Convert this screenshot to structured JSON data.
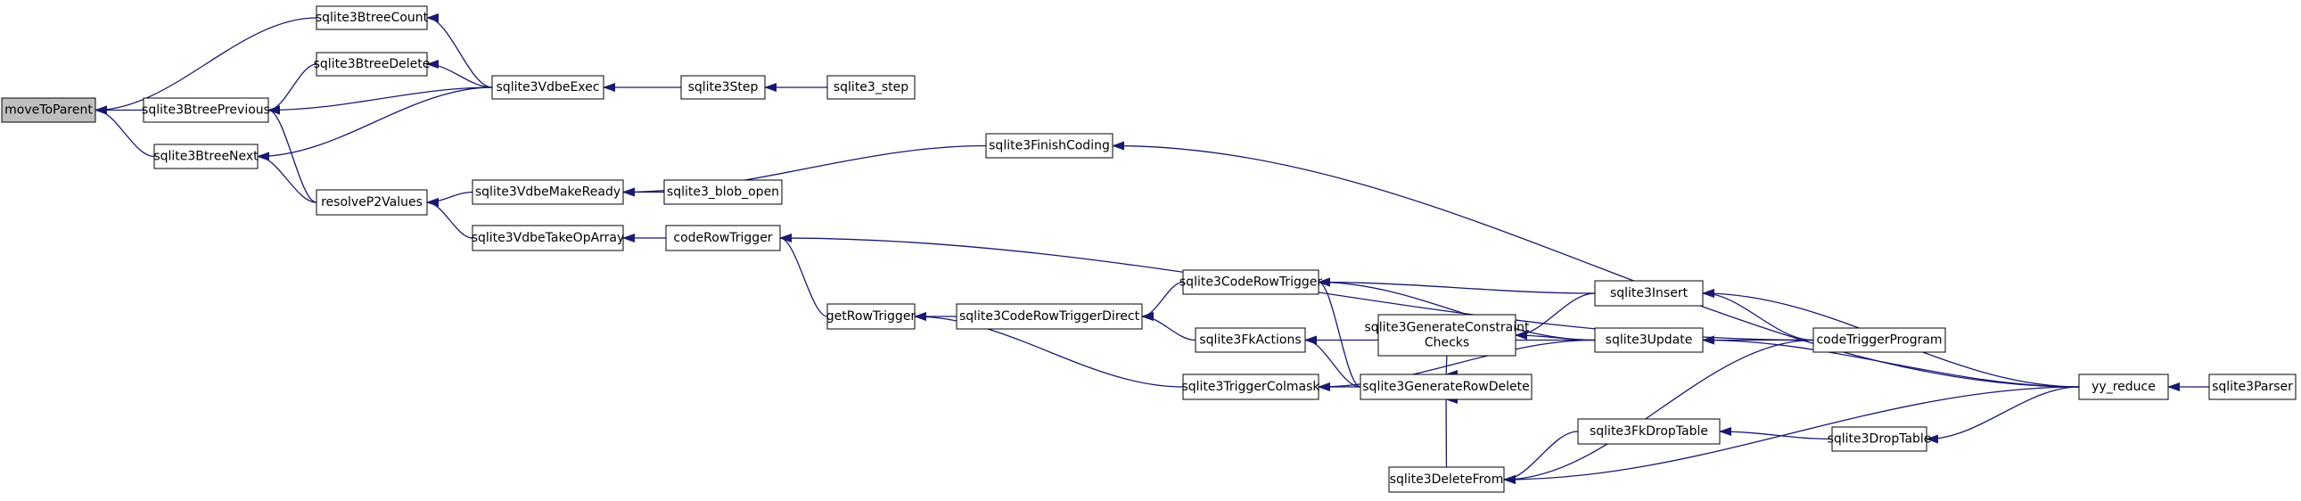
{
  "colors": {
    "edge": "#191970",
    "node_border": "#000000",
    "node_fill": "#ffffff",
    "highlight_fill": "#bfbfbf"
  },
  "nodes": [
    {
      "id": "moveToParent",
      "lines": [
        "moveToParent"
      ],
      "highlight": true
    },
    {
      "id": "sqlite3BtreeCount",
      "lines": [
        "sqlite3BtreeCount"
      ]
    },
    {
      "id": "sqlite3BtreePrevious",
      "lines": [
        "sqlite3BtreePrevious"
      ]
    },
    {
      "id": "sqlite3BtreeNext",
      "lines": [
        "sqlite3BtreeNext"
      ]
    },
    {
      "id": "sqlite3BtreeDelete",
      "lines": [
        "sqlite3BtreeDelete"
      ]
    },
    {
      "id": "resolveP2Values",
      "lines": [
        "resolveP2Values"
      ]
    },
    {
      "id": "sqlite3VdbeExec",
      "lines": [
        "sqlite3VdbeExec"
      ]
    },
    {
      "id": "sqlite3VdbeMakeReady",
      "lines": [
        "sqlite3VdbeMakeReady"
      ]
    },
    {
      "id": "sqlite3VdbeTakeOpArray",
      "lines": [
        "sqlite3VdbeTakeOpArray"
      ]
    },
    {
      "id": "sqlite3Step",
      "lines": [
        "sqlite3Step"
      ]
    },
    {
      "id": "sqlite3_step",
      "lines": [
        "sqlite3_step"
      ]
    },
    {
      "id": "sqlite3FinishCoding",
      "lines": [
        "sqlite3FinishCoding"
      ]
    },
    {
      "id": "sqlite3_blob_open",
      "lines": [
        "sqlite3_blob_open"
      ]
    },
    {
      "id": "codeRowTrigger",
      "lines": [
        "codeRowTrigger"
      ]
    },
    {
      "id": "getRowTrigger",
      "lines": [
        "getRowTrigger"
      ]
    },
    {
      "id": "sqlite3CodeRowTriggerDirect",
      "lines": [
        "sqlite3CodeRowTriggerDirect"
      ]
    },
    {
      "id": "sqlite3CodeRowTrigger",
      "lines": [
        "sqlite3CodeRowTrigger"
      ]
    },
    {
      "id": "sqlite3FkActions",
      "lines": [
        "sqlite3FkActions"
      ]
    },
    {
      "id": "sqlite3TriggerColmask",
      "lines": [
        "sqlite3TriggerColmask"
      ]
    },
    {
      "id": "sqlite3GenerateRowDelete",
      "lines": [
        "sqlite3GenerateRowDelete"
      ]
    },
    {
      "id": "sqlite3GenerateConstraintChecks",
      "lines": [
        "sqlite3GenerateConstraint",
        "Checks"
      ]
    },
    {
      "id": "sqlite3DeleteFrom",
      "lines": [
        "sqlite3DeleteFrom"
      ]
    },
    {
      "id": "sqlite3Insert",
      "lines": [
        "sqlite3Insert"
      ]
    },
    {
      "id": "sqlite3Update",
      "lines": [
        "sqlite3Update"
      ]
    },
    {
      "id": "sqlite3FkDropTable",
      "lines": [
        "sqlite3FkDropTable"
      ]
    },
    {
      "id": "codeTriggerProgram",
      "lines": [
        "codeTriggerProgram"
      ]
    },
    {
      "id": "sqlite3DropTable",
      "lines": [
        "sqlite3DropTable"
      ]
    },
    {
      "id": "yy_reduce",
      "lines": [
        "yy_reduce"
      ]
    },
    {
      "id": "sqlite3Parser",
      "lines": [
        "sqlite3Parser"
      ]
    }
  ],
  "edges": [
    {
      "from": "sqlite3BtreeCount",
      "to": "moveToParent"
    },
    {
      "from": "sqlite3BtreePrevious",
      "to": "moveToParent"
    },
    {
      "from": "sqlite3BtreeNext",
      "to": "moveToParent"
    },
    {
      "from": "sqlite3VdbeExec",
      "to": "sqlite3BtreeCount"
    },
    {
      "from": "sqlite3BtreeDelete",
      "to": "sqlite3BtreePrevious"
    },
    {
      "from": "sqlite3VdbeExec",
      "to": "sqlite3BtreePrevious"
    },
    {
      "from": "resolveP2Values",
      "to": "sqlite3BtreePrevious"
    },
    {
      "from": "sqlite3VdbeExec",
      "to": "sqlite3BtreeNext"
    },
    {
      "from": "resolveP2Values",
      "to": "sqlite3BtreeNext"
    },
    {
      "from": "sqlite3VdbeExec",
      "to": "sqlite3BtreeDelete"
    },
    {
      "from": "sqlite3VdbeMakeReady",
      "to": "resolveP2Values"
    },
    {
      "from": "sqlite3VdbeTakeOpArray",
      "to": "resolveP2Values"
    },
    {
      "from": "sqlite3Step",
      "to": "sqlite3VdbeExec"
    },
    {
      "from": "sqlite3_step",
      "to": "sqlite3Step"
    },
    {
      "from": "sqlite3FinishCoding",
      "to": "sqlite3VdbeMakeReady"
    },
    {
      "from": "sqlite3_blob_open",
      "to": "sqlite3VdbeMakeReady"
    },
    {
      "from": "codeRowTrigger",
      "to": "sqlite3VdbeTakeOpArray"
    },
    {
      "from": "yy_reduce",
      "to": "sqlite3FinishCoding"
    },
    {
      "from": "codeTriggerProgram",
      "to": "codeRowTrigger"
    },
    {
      "from": "getRowTrigger",
      "to": "codeRowTrigger"
    },
    {
      "from": "sqlite3CodeRowTriggerDirect",
      "to": "getRowTrigger"
    },
    {
      "from": "sqlite3TriggerColmask",
      "to": "getRowTrigger"
    },
    {
      "from": "sqlite3CodeRowTrigger",
      "to": "sqlite3CodeRowTriggerDirect"
    },
    {
      "from": "sqlite3FkActions",
      "to": "sqlite3CodeRowTriggerDirect"
    },
    {
      "from": "sqlite3Insert",
      "to": "sqlite3CodeRowTrigger"
    },
    {
      "from": "sqlite3Update",
      "to": "sqlite3CodeRowTrigger"
    },
    {
      "from": "sqlite3GenerateRowDelete",
      "to": "sqlite3CodeRowTrigger"
    },
    {
      "from": "sqlite3Update",
      "to": "sqlite3FkActions"
    },
    {
      "from": "sqlite3GenerateRowDelete",
      "to": "sqlite3FkActions"
    },
    {
      "from": "sqlite3GenerateRowDelete",
      "to": "sqlite3TriggerColmask"
    },
    {
      "from": "sqlite3Update",
      "to": "sqlite3TriggerColmask"
    },
    {
      "from": "sqlite3GenerateConstraintChecks",
      "to": "sqlite3GenerateRowDelete"
    },
    {
      "from": "sqlite3DeleteFrom",
      "to": "sqlite3GenerateRowDelete"
    },
    {
      "from": "sqlite3Insert",
      "to": "sqlite3GenerateConstraintChecks"
    },
    {
      "from": "sqlite3Update",
      "to": "sqlite3GenerateConstraintChecks"
    },
    {
      "from": "codeTriggerProgram",
      "to": "sqlite3DeleteFrom"
    },
    {
      "from": "sqlite3FkDropTable",
      "to": "sqlite3DeleteFrom"
    },
    {
      "from": "yy_reduce",
      "to": "sqlite3DeleteFrom"
    },
    {
      "from": "codeTriggerProgram",
      "to": "sqlite3Insert"
    },
    {
      "from": "yy_reduce",
      "to": "sqlite3Insert"
    },
    {
      "from": "codeTriggerProgram",
      "to": "sqlite3Update"
    },
    {
      "from": "yy_reduce",
      "to": "sqlite3Update"
    },
    {
      "from": "sqlite3DropTable",
      "to": "sqlite3FkDropTable"
    },
    {
      "from": "yy_reduce",
      "to": "sqlite3DropTable"
    },
    {
      "from": "sqlite3Parser",
      "to": "yy_reduce"
    }
  ]
}
